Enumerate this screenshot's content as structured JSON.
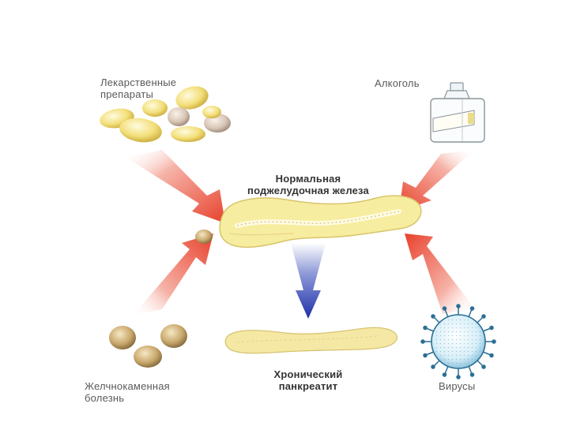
{
  "labels": {
    "drugs": "Лекарственные\nпрепараты",
    "alcohol": "Алкоголь",
    "normal_pancreas": "Нормальная\nподжелудочная железа",
    "gallstones": "Желчнокаменная\nболезнь",
    "chronic_pancreatitis": "Хронический\nпанкреатит",
    "viruses": "Вирусы"
  },
  "colors": {
    "cause_arrow": "#e8412c",
    "outcome_arrow": "#1f2fa8",
    "pancreas_fill": "#f7eda0",
    "label_text": "#5a5a5a"
  }
}
